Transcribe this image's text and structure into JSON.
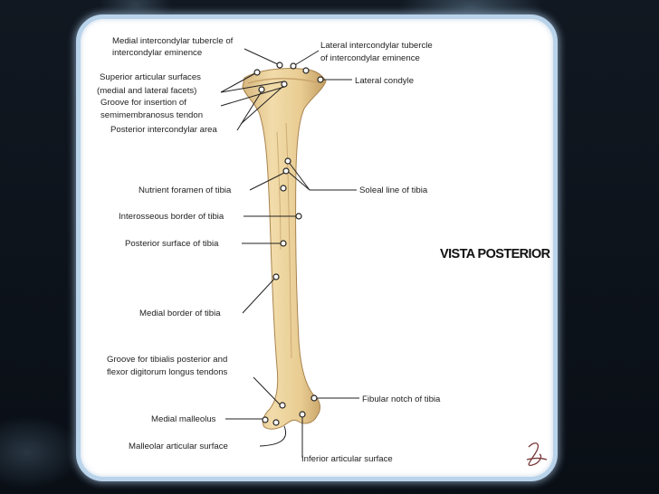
{
  "caption": "VISTA POSTERIOR",
  "labels": {
    "medial_intercondylar_1": "Medial intercondylar tubercle of",
    "medial_intercondylar_2": "intercondylar eminence",
    "lateral_intercondylar_1": "Lateral intercondylar tubercle",
    "lateral_intercondylar_2": "of intercondylar eminence",
    "superior_articular_1": "Superior articular surfaces",
    "superior_articular_2": "(medial and lateral facets)",
    "groove_semimembranosus_1": "Groove for insertion of",
    "groove_semimembranosus_2": "semimembranosus tendon",
    "posterior_intercondylar": "Posterior intercondylar area",
    "lateral_condyle": "Lateral condyle",
    "nutrient_foramen": "Nutrient foramen of tibia",
    "soleal_line": "Soleal line of tibia",
    "interosseous_border": "Interosseous border of tibia",
    "posterior_surface": "Posterior surface of tibia",
    "medial_border": "Medial border of tibia",
    "groove_tibialis_1": "Groove for tibialis posterior and",
    "groove_tibialis_2": "flexor digitorum longus tendons",
    "fibular_notch": "Fibular notch of tibia",
    "medial_malleolus": "Medial malleolus",
    "malleolar_articular": "Malleolar articular surface",
    "inferior_articular": "Inferior articular surface"
  },
  "colors": {
    "bone": "#e9cf96",
    "bone_shadow": "#c9a56a",
    "frame": "#b9d3ea",
    "label": "#222222"
  }
}
